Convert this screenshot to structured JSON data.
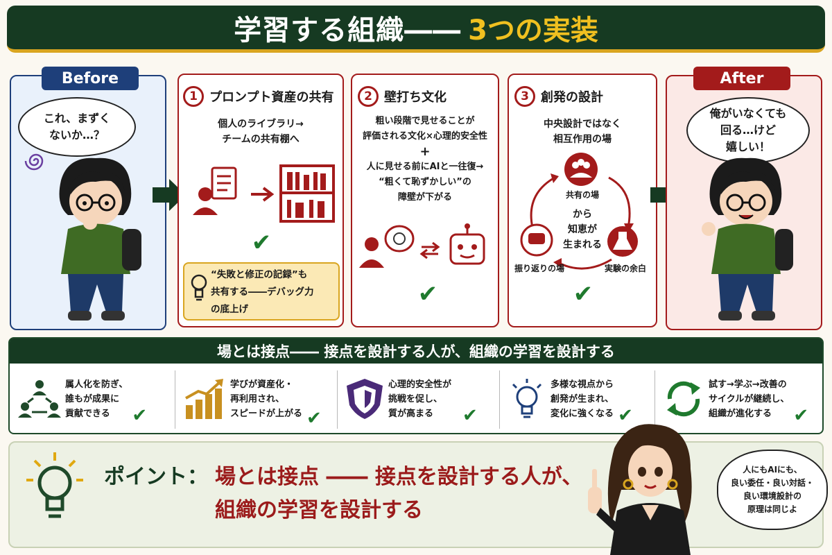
{
  "title": {
    "main": "学習する組織――",
    "highlight": "3つの実装"
  },
  "before": {
    "tag": "Before",
    "bubble_line1": "これ、まずく",
    "bubble_line2": "ないか…？"
  },
  "steps": [
    {
      "number": "1",
      "title": "プロンプト資産の共有",
      "desc_line1": "個人のライブラリ→",
      "desc_line2": "チームの共有棚へ",
      "note_line1": "“失敗と修正の記録”も",
      "note_line2": "共有する――デバッグ力",
      "note_line3": "の底上げ"
    },
    {
      "number": "2",
      "title": "壁打ち文化",
      "desc_line1": "粗い段階で見せることが",
      "desc_line2": "評価される文化×心理的安全性",
      "plus": "+",
      "desc_line3": "人に見せる前にAIと一往復→",
      "desc_line4": "“粗くて恥ずかしい”の",
      "desc_line5": "障壁が下がる"
    },
    {
      "number": "3",
      "title": "創発の設計",
      "desc_line1": "中央設計ではなく",
      "desc_line2": "相互作用の場",
      "node_top": "共有の場",
      "node_left": "振り返りの場",
      "node_right": "実験の余白",
      "center_line1": "から",
      "center_line2": "知恵が",
      "center_line3": "生まれる"
    }
  ],
  "after": {
    "tag": "After",
    "bubble_line1": "俺がいなくても",
    "bubble_line2": "回る…けど",
    "bubble_line3": "嬉しい！"
  },
  "benefit_header": "場とは接点―― 接点を設計する人が、組織の学習を設計する",
  "benefits": [
    {
      "line1": "属人化を防ぎ、",
      "line2": "誰もが成果に",
      "line3": "貢献できる",
      "icon": "network-people-icon"
    },
    {
      "line1": "学びが資産化・",
      "line2": "再利用され、",
      "line3": "スピードが上がる",
      "icon": "bar-growth-icon"
    },
    {
      "line1": "心理的安全性が",
      "line2": "挑戦を促し、",
      "line3": "質が高まる",
      "icon": "shield-icon"
    },
    {
      "line1": "多様な視点から",
      "line2": "創発が生まれ、",
      "line3": "変化に強くなる",
      "icon": "lightbulb-icon"
    },
    {
      "line1": "試す→学ぶ→改善の",
      "line2": "サイクルが継続し、",
      "line3": "組織が進化する",
      "icon": "cycle-icon"
    }
  ],
  "point": {
    "label": "ポイント：",
    "line1": "場とは接点 ―― 接点を設計する人が、",
    "line2": "組織の学習を設計する"
  },
  "guide_bubble": {
    "line1": "人にもAIにも、",
    "line2": "良い委任・良い対話・",
    "line3": "良い環境設計の",
    "line4": "原理は同じよ"
  },
  "colors": {
    "dark_green": "#163a22",
    "accent_red": "#a31b1b",
    "gold": "#f0c020",
    "check_green": "#1f7a2e"
  }
}
